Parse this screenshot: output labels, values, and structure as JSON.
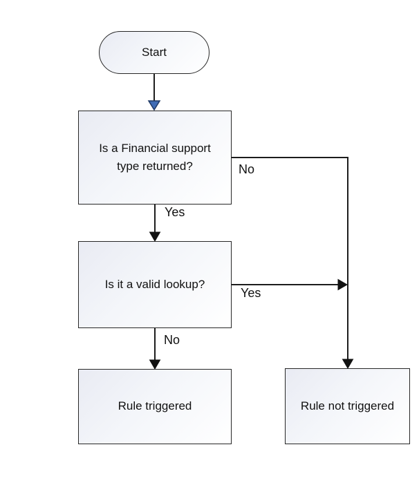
{
  "diagram": {
    "type": "flowchart",
    "background": "#ffffff",
    "colors": {
      "shape_border": "#262626",
      "shape_fill_top_left": "#e9ebf3",
      "shape_fill_bottom_right": "#ffffff",
      "connector_line": "#1c1c1c",
      "arrowhead_black": "#111111",
      "arrowhead_blue_fill": "#3f6cb6",
      "arrowhead_blue_border": "#1f3864",
      "text": "#111111"
    },
    "nodes": {
      "start": {
        "label": "Start",
        "shape": "terminator"
      },
      "q1": {
        "label": "Is a Financial support type returned?",
        "lines": [
          "Is a Financial support",
          "type returned?"
        ],
        "shape": "rectangle"
      },
      "q2": {
        "label": "Is it a valid lookup?",
        "shape": "rectangle"
      },
      "rule_triggered": {
        "label": "Rule triggered",
        "shape": "rectangle"
      },
      "rule_not_triggered": {
        "label": "Rule not triggered",
        "shape": "rectangle"
      }
    },
    "edges": {
      "start_to_q1": {
        "label": ""
      },
      "q1_no": {
        "label": "No",
        "from": "q1",
        "to": "rule_not_triggered"
      },
      "q1_yes": {
        "label": "Yes",
        "from": "q1",
        "to": "q2"
      },
      "q2_yes": {
        "label": "Yes",
        "from": "q2",
        "to": "rule_not_triggered"
      },
      "q2_no": {
        "label": "No",
        "from": "q2",
        "to": "rule_triggered"
      }
    }
  }
}
